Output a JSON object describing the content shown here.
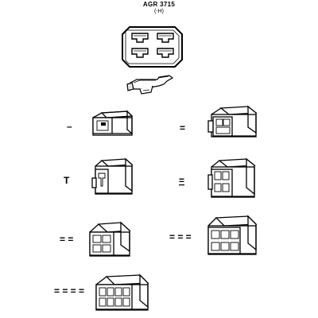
{
  "figure": {
    "title": "AGR 3715",
    "subtitle": "(-H)"
  },
  "variants": [
    {
      "id": "1-pole",
      "symbol": "–"
    },
    {
      "id": "2-pole",
      "symbol": "="
    },
    {
      "id": "3-pole-t",
      "symbol": "T"
    },
    {
      "id": "4-pole",
      "symbol": "="
    },
    {
      "id": "4-pole-double",
      "symbol": "= ="
    },
    {
      "id": "6-pole",
      "symbol": "= = ="
    },
    {
      "id": "8-pole",
      "symbol": "= = = ="
    }
  ],
  "colors": {
    "ink": "#000000",
    "paper": "#ffffff",
    "shade": "#d8d8d8"
  }
}
